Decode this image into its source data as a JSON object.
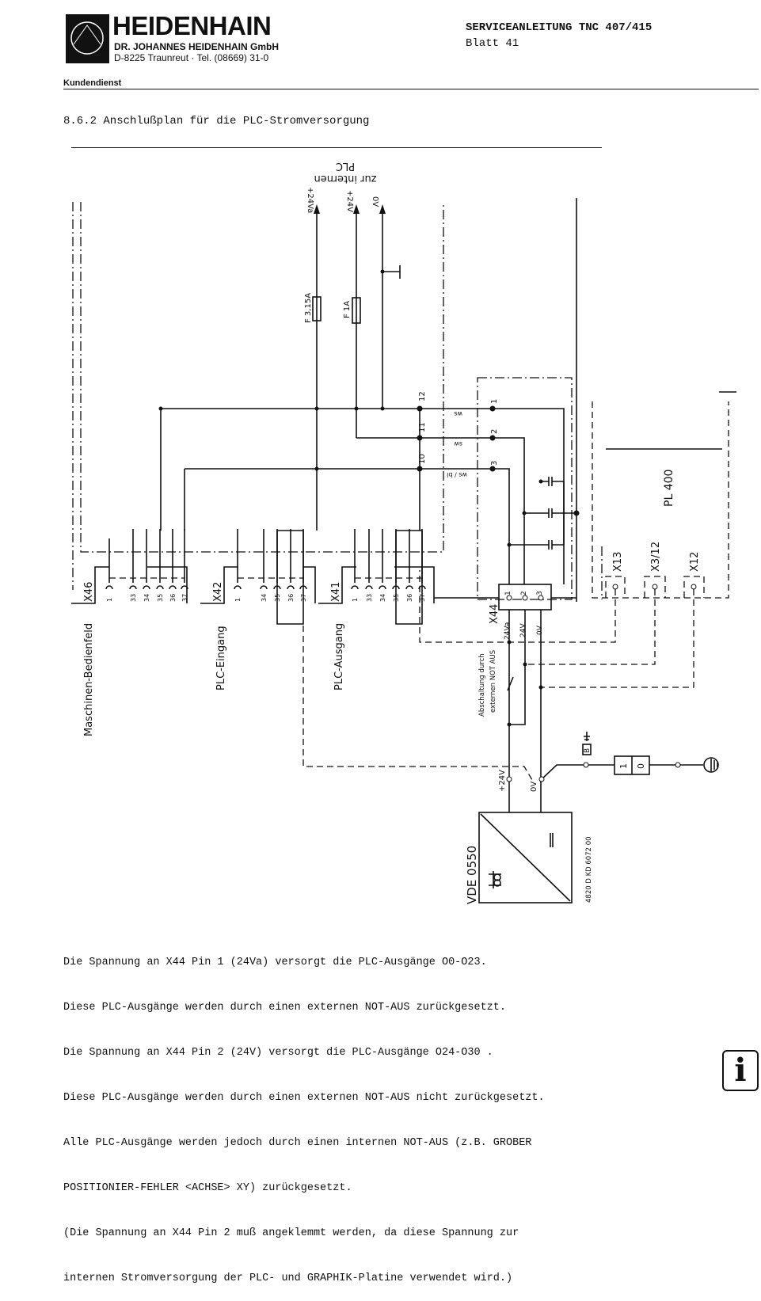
{
  "header": {
    "brand": "HEIDENHAIN",
    "company": "DR. JOHANNES HEIDENHAIN GmbH",
    "address": "D-8225 Traunreut · Tel. (08669) 31-0",
    "department": "Kundendienst",
    "manual": "SERVICEANLEITUNG TNC 407/415",
    "sheet": "Blatt 41"
  },
  "title": "8.6.2 Anschlußplan für die PLC-Stromversorgung",
  "diagram": {
    "top_label_1": "PLC",
    "top_label_2": "zur internen",
    "rails": [
      "+24Va",
      "+24V",
      "0V"
    ],
    "fuses": [
      "F 3,15A",
      "F 1A"
    ],
    "terminals": [
      "12",
      "11",
      "10",
      "1",
      "2",
      "3"
    ],
    "wire_colors": [
      "ws",
      "sw",
      "ws / bl"
    ],
    "connectors": [
      {
        "name": "X46",
        "label": "Maschinen-Bedienfeld",
        "pins": [
          "1",
          "33",
          "34",
          "35",
          "36",
          "37"
        ]
      },
      {
        "name": "X42",
        "label": "PLC-Eingang",
        "pins": [
          "1",
          "34",
          "35",
          "36",
          "37"
        ]
      },
      {
        "name": "X41",
        "label": "PLC-Ausgang",
        "pins": [
          "1",
          "33",
          "34",
          "35",
          "36",
          "37"
        ]
      }
    ],
    "x44": {
      "name": "X44",
      "pins": [
        "1",
        "2",
        "3"
      ],
      "signals": [
        "24Va",
        "24V",
        "0V"
      ]
    },
    "pl400": {
      "name": "PL 400",
      "connectors": [
        "X13",
        "X3/12",
        "X12"
      ]
    },
    "notaus_note_1": "Abschaltung durch",
    "notaus_note_2": "externen NOT AUS",
    "supply_plus": "+24V",
    "supply_zero": "0V",
    "terminal_b": "B",
    "switch": [
      "1",
      "0"
    ],
    "psu_label": "VDE 0550",
    "psu_part": "4820 D KD 6072 00"
  },
  "body": [
    "Die Spannung an X44 Pin 1 (24Va) versorgt die PLC-Ausgänge O0-O23.",
    "Diese PLC-Ausgänge werden durch einen externen NOT-AUS zurückgesetzt.",
    "Die Spannung an X44 Pin 2 (24V) versorgt die PLC-Ausgänge O24-O30 .",
    "Diese PLC-Ausgänge werden durch einen externen NOT-AUS nicht zurückgesetzt.",
    "Alle PLC-Ausgänge werden jedoch durch einen internen NOT-AUS (z.B. GROBER",
    "POSITIONIER-FEHLER <ACHSE> XY) zurückgesetzt.",
    "(Die Spannung an X44 Pin 2 muß angeklemmt werden, da diese Spannung zur",
    "internen Stromversorgung der PLC- und GRAPHIK-Platine verwendet wird.)"
  ],
  "info_icon": "i"
}
